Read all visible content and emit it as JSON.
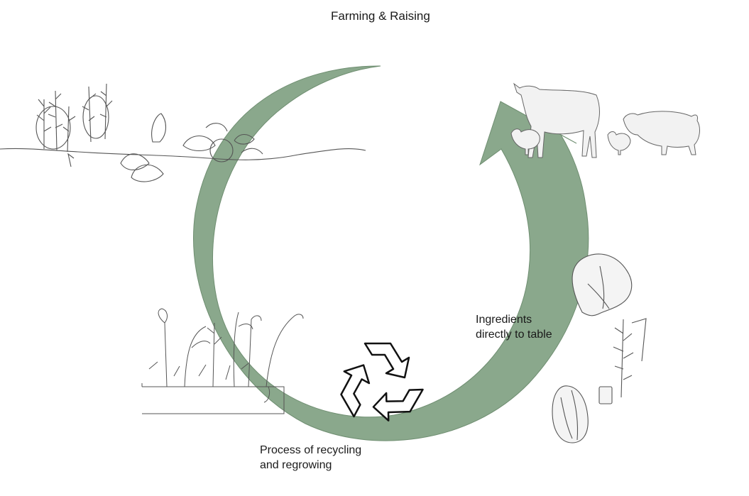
{
  "title": "Farming & Raising",
  "labels": {
    "ingredients_line1": "Ingredients",
    "ingredients_line2": "directly to table",
    "process_line1": "Process of recycling",
    "process_line2": "and regrowing"
  },
  "colors": {
    "cycle_arrow": "#8aa88c",
    "cycle_arrow_stroke": "#6f8e71",
    "sketch_line": "#555555",
    "animal_fill": "#f2f2f2",
    "recycle_symbol": "#111111"
  },
  "icons": [
    "recycle-icon",
    "crop-field-illustration",
    "livestock-illustration",
    "regrowing-planter-illustration",
    "vegetables-illustration"
  ]
}
